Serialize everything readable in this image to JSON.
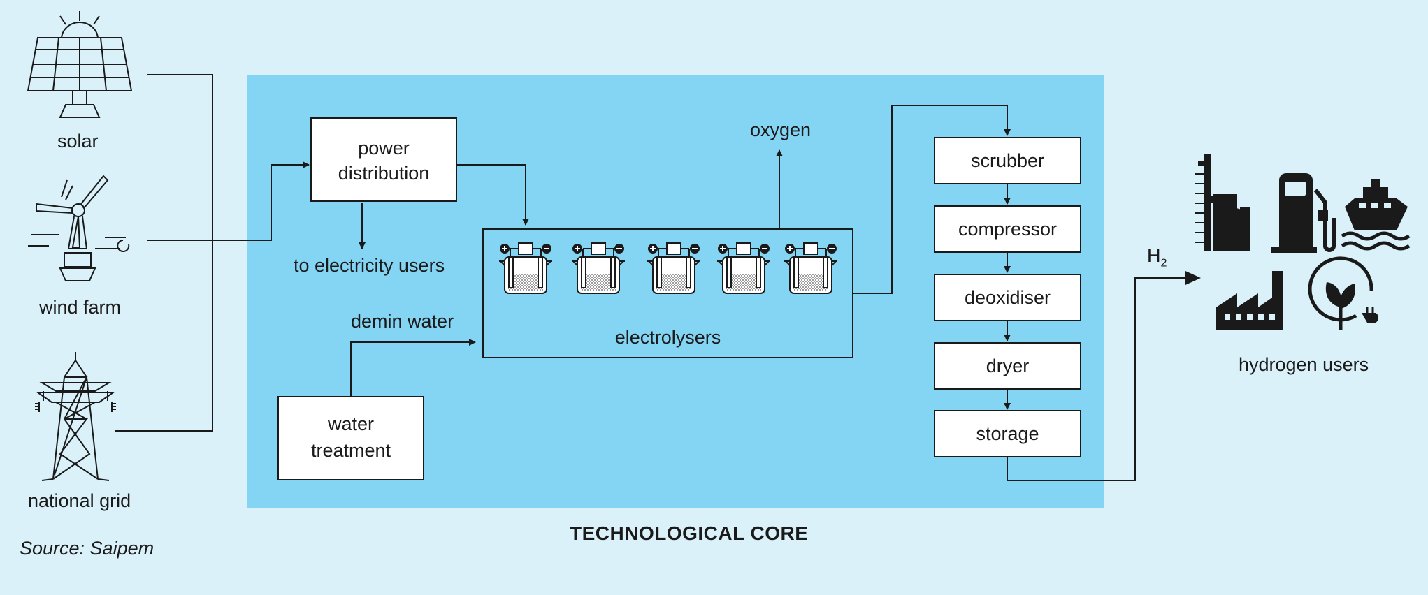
{
  "sources": {
    "solar": "solar",
    "wind": "wind farm",
    "grid": "national grid"
  },
  "core": {
    "power_distribution": [
      "power",
      "distribution"
    ],
    "to_electricity_users": "to electricity users",
    "demin_water": "demin water",
    "water_treatment": [
      "water",
      "treatment"
    ],
    "electrolysers": "electrolysers",
    "oxygen": "oxygen",
    "title": "TECHNOLOGICAL CORE"
  },
  "purification": [
    "scrubber",
    "compressor",
    "deoxidiser",
    "dryer",
    "storage"
  ],
  "output": {
    "h2": "H",
    "h2_sub": "2",
    "users": "hydrogen users"
  },
  "source_note": "Source: Saipem",
  "colors": {
    "background": "#daf1fa",
    "core": "#84d4f4",
    "stroke": "#1a1a1a"
  },
  "icons": [
    "solar-panel-icon",
    "wind-turbine-icon",
    "pylon-icon",
    "electrolysis-cell-icon",
    "refinery-icon",
    "fuel-pump-icon",
    "ship-icon",
    "factory-icon",
    "eco-plug-icon"
  ]
}
